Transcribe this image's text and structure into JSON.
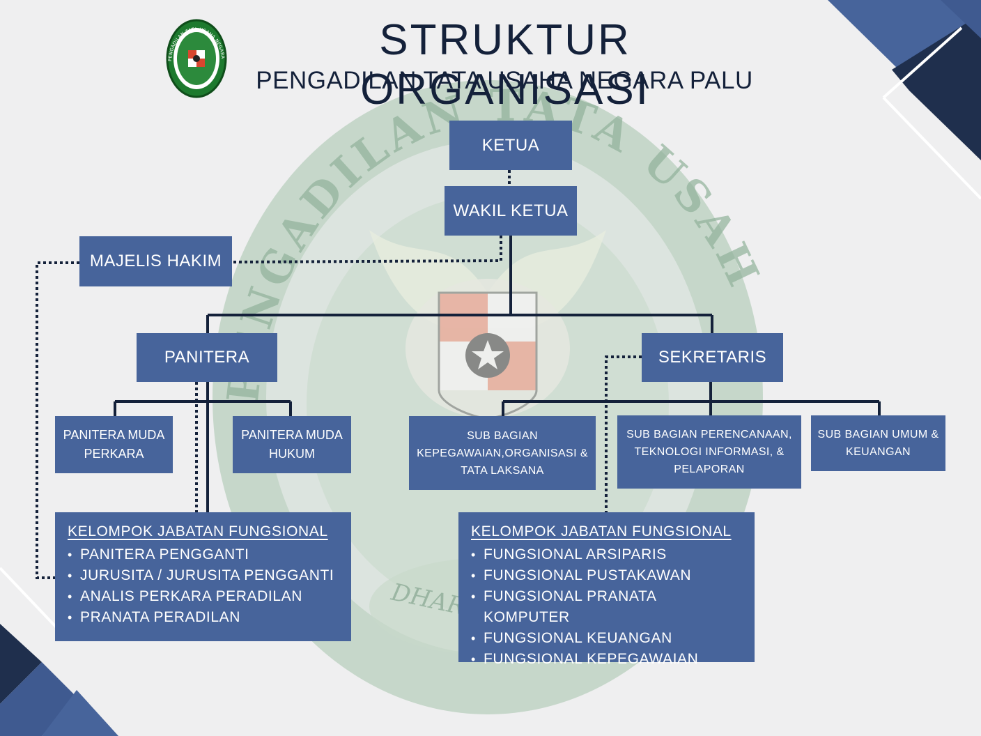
{
  "header": {
    "title": "STRUKTUR ORGANISASI",
    "subtitle": "PENGADILAN TATA USAHA NEGARA PALU",
    "logo_text": "PENGADILAN TATA USAHA NEGARA PALU",
    "watermark_text": "PENGADILAN TATA USAHA NEGARA PALU",
    "watermark_motto": "DHARMAYUKTI"
  },
  "nodes": {
    "ketua": "KETUA",
    "wakil_ketua": "WAKIL KETUA",
    "majelis_hakim": "MAJELIS HAKIM",
    "panitera": "PANITERA",
    "sekretaris": "SEKRETARIS",
    "panmud_perkara": "PANITERA MUDA PERKARA",
    "panmud_hukum": "PANITERA MUDA HUKUM",
    "subbag_kepegawaian": "SUB BAGIAN KEPEGAWAIAN,ORGANISASI & TATA LAKSANA",
    "subbag_perencanaan": "SUB BAGIAN PERENCANAAN, TEKNOLOGI INFORMASI, & PELAPORAN",
    "subbag_umum": "SUB BAGIAN UMUM & KEUANGAN"
  },
  "groups": {
    "left": {
      "title": "KELOMPOK JABATAN FUNGSIONAL",
      "items": [
        "PANITERA PENGGANTI",
        "JURUSITA / JURUSITA PENGGANTI",
        "ANALIS PERKARA PERADILAN",
        "PRANATA PERADILAN"
      ]
    },
    "right": {
      "title": "KELOMPOK JABATAN FUNGSIONAL",
      "items": [
        "FUNGSIONAL ARSIPARIS",
        "FUNGSIONAL PUSTAKAWAN",
        "FUNGSIONAL PRANATA KOMPUTER",
        "FUNGSIONAL KEUANGAN",
        "FUNGSIONAL KEPEGAWAIAN"
      ]
    }
  },
  "colors": {
    "box": "#47649b",
    "text_dark": "#14213a",
    "line": "#14213a",
    "watermark": "#b6cdbb",
    "corner_dark": "#1f2f4d",
    "corner_mid": "#3f5a90"
  }
}
